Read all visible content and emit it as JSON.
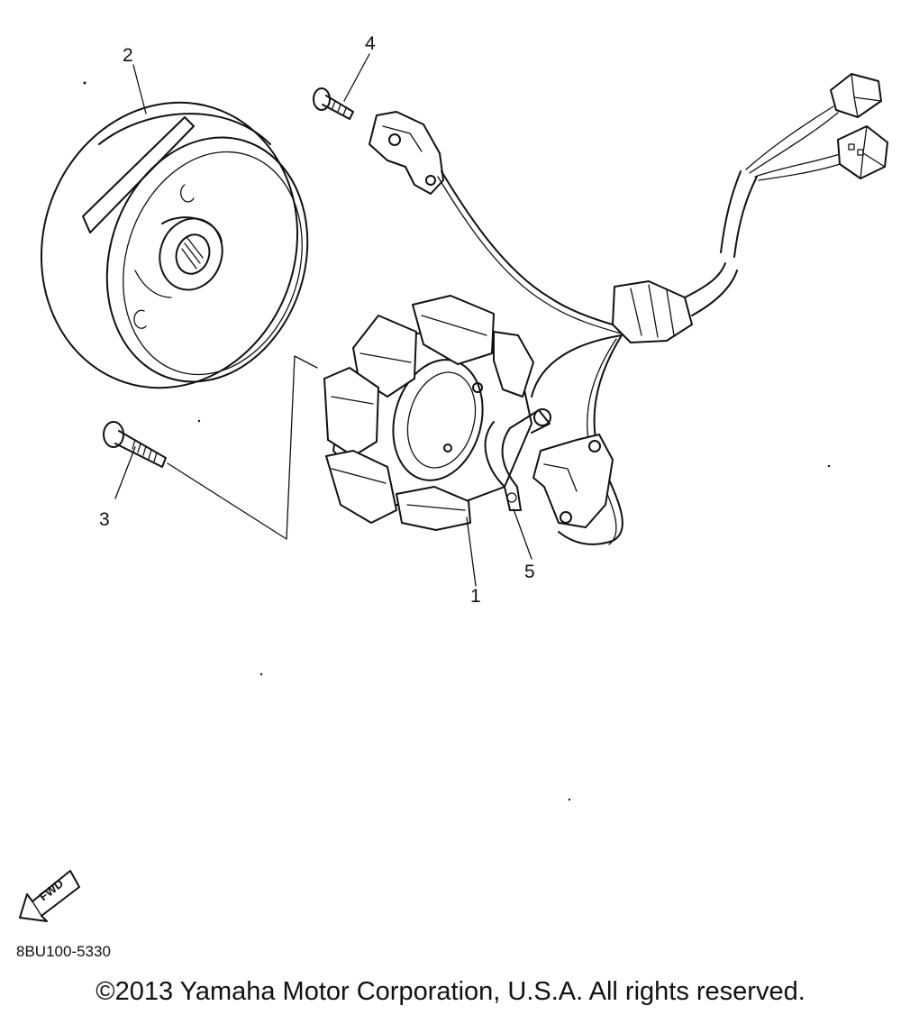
{
  "callouts": {
    "p1": "1",
    "p2": "2",
    "p3": "3",
    "p4": "4",
    "p5": "5"
  },
  "fwd_badge": "FWD",
  "drawing_code": "8BU100-5330",
  "copyright": "©2013 Yamaha Motor Corporation, U.S.A. All rights reserved.",
  "colors": {
    "ink": "#111111",
    "paper": "#ffffff"
  }
}
